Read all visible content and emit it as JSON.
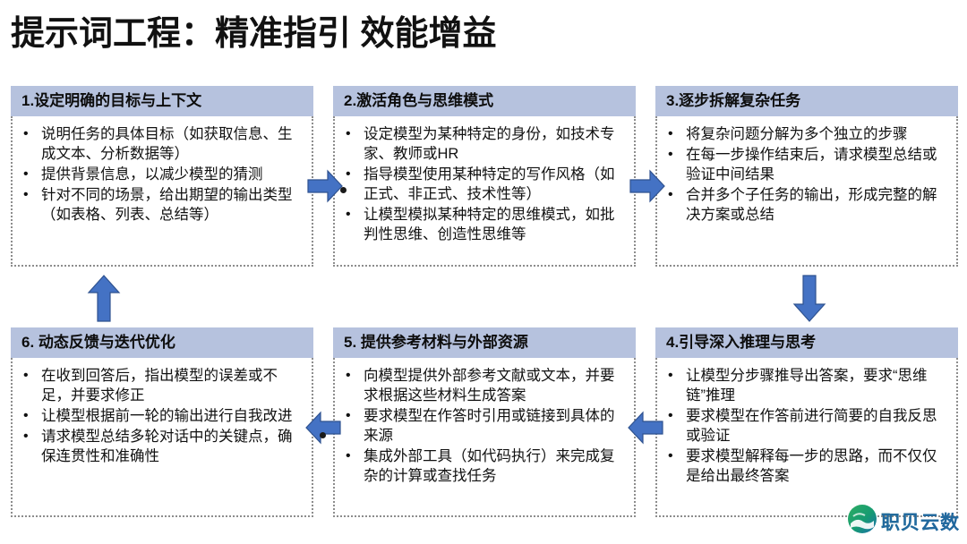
{
  "slide": {
    "title": "提示词工程：精准指引 效能增益",
    "accent_color": "#4472c4",
    "header_color": "#b6c2de",
    "border_color": "#8d8d8d",
    "background_color": "#ffffff"
  },
  "cards": [
    {
      "id": "card1",
      "header": "1.设定明确的目标与上下文",
      "bullets": [
        "说明任务的具体目标（如获取信息、生成文本、分析数据等）",
        "提供背景信息，以减少模型的猜测",
        "针对不同的场景，给出期望的输出类型（如表格、列表、总结等）"
      ]
    },
    {
      "id": "card2",
      "header": "2.激活角色与思维模式",
      "bullets": [
        "设定模型为某种特定的身份，如技术专家、教师或HR",
        "指导模型使用某种特定的写作风格（如正式、非正式、技术性等）",
        "让模型模拟某种特定的思维模式，如批判性思维、创造性思维等"
      ]
    },
    {
      "id": "card3",
      "header": "3.逐步拆解复杂任务",
      "bullets": [
        "将复杂问题分解为多个独立的步骤",
        "在每一步操作结束后，请求模型总结或验证中间结果",
        "合并多个子任务的输出，形成完整的解决方案或总结"
      ]
    },
    {
      "id": "card4",
      "header": "4.引导深入推理与思考",
      "bullets": [
        "让模型分步骤推导出答案，要求“思维链”推理",
        "要求模型在作答前进行简要的自我反思或验证",
        "要求模型解释每一步的思路，而不仅仅是给出最终答案"
      ]
    },
    {
      "id": "card5",
      "header": "5. 提供参考材料与外部资源",
      "bullets": [
        "向模型提供外部参考文献或文本，并要求根据这些材料生成答案",
        "要求模型在作答时引用或链接到具体的来源",
        "集成外部工具（如代码执行）来完成复杂的计算或查找任务"
      ]
    },
    {
      "id": "card6",
      "header": "6. 动态反馈与迭代优化",
      "bullets": [
        "在收到回答后，指出模型的误差或不足，并要求修正",
        "让模型根据前一轮的输出进行自我改进",
        "请求模型总结多轮对话中的关键点，确保连贯性和准确性"
      ]
    }
  ],
  "arrows": [
    {
      "id": "arrow-1-2",
      "direction": "right",
      "from": "1",
      "to": "2"
    },
    {
      "id": "arrow-2-3",
      "direction": "right",
      "from": "2",
      "to": "3"
    },
    {
      "id": "arrow-3-4",
      "direction": "down",
      "from": "3",
      "to": "4"
    },
    {
      "id": "arrow-4-5",
      "direction": "left",
      "from": "4",
      "to": "5"
    },
    {
      "id": "arrow-5-6",
      "direction": "left",
      "from": "5",
      "to": "6"
    },
    {
      "id": "arrow-6-1",
      "direction": "up",
      "from": "6",
      "to": "1"
    }
  ],
  "watermark": {
    "text": "职贝云数",
    "icon": "wave-circle-logo"
  }
}
